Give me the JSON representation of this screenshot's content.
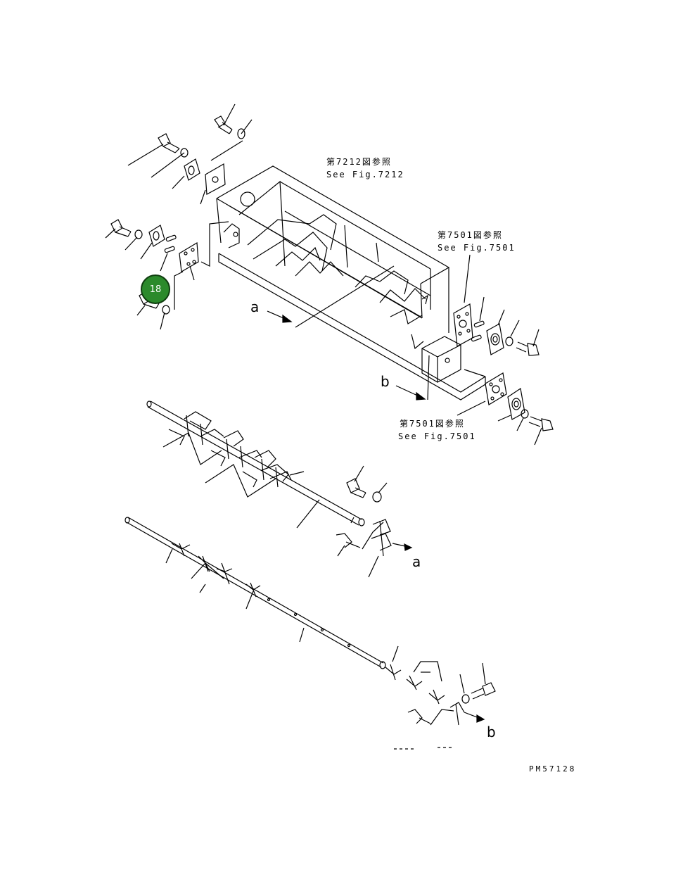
{
  "references": {
    "fig7212_jp": "第7212図参照",
    "fig7212_en": "See Fig.7212",
    "fig7501_top_jp": "第7501図参照",
    "fig7501_top_en": "See Fig.7501",
    "fig7501_bottom_jp": "第7501図参照",
    "fig7501_bottom_en": "See Fig.7501"
  },
  "arrow_labels": {
    "a_upper": "a",
    "b_upper": "b",
    "a_lower": "a",
    "b_lower": "b"
  },
  "hotspot": {
    "number": "18",
    "color": "#2b8a2b"
  },
  "drawing_code": "PM57128"
}
